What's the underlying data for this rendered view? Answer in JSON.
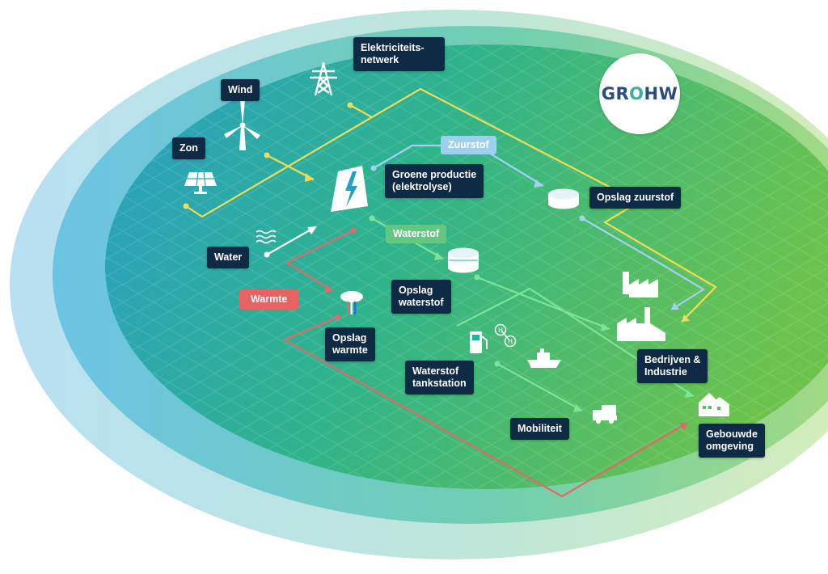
{
  "colors": {
    "label_bg": "#0e2a44",
    "electricity": "#f0dc55",
    "oxygen": "#9fd3f0",
    "hydrogen": "#7de39a",
    "heat": "#e06a6a",
    "oxygen_tag": "#9bd0ee",
    "hydrogen_tag": "#63c781",
    "heat_tag": "#e56363"
  },
  "logo": {
    "parts": [
      "GR",
      "O",
      "HW"
    ],
    "colors": [
      "#2b4c7e",
      "#3bb0a0",
      "#2b4c7e"
    ]
  },
  "labels": {
    "elektriciteitsnetwerk": "Elektriciteits-\nnetwerk",
    "wind": "Wind",
    "zon": "Zon",
    "water": "Water",
    "groene_productie": "Groene productie\n(elektrolyse)",
    "opslag_zuurstof": "Opslag zuurstof",
    "opslag_waterstof": "Opslag\nwaterstof",
    "opslag_warmte": "Opslag\nwarmte",
    "waterstof_tankstation": "Waterstof\ntankstation",
    "bedrijven_industrie": "Bedrijven &\nIndustrie",
    "mobiliteit": "Mobiliteit",
    "gebouwde_omgeving": "Gebouwde\nomgeving"
  },
  "tags": {
    "zuurstof": "Zuurstof",
    "waterstof": "Waterstof",
    "warmte": "Warmte"
  },
  "h2_symbol": "H"
}
